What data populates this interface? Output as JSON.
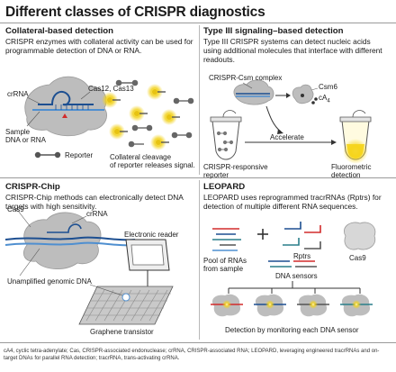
{
  "title": "Different classes of CRISPR diagnostics",
  "panels": {
    "collateral": {
      "heading": "Collateral-based detection",
      "desc": "CRISPR enzymes with collateral activity can be used for programmable detection of DNA or RNA.",
      "labels": {
        "crrna": "crRNA",
        "enzymes": "Cas12, Cas13",
        "sample_l1": "Sample",
        "sample_l2": "DNA or RNA",
        "reporter": "Reporter",
        "cleavage_l1": "Collateral cleavage",
        "cleavage_l2": "of reporter releases signal."
      }
    },
    "type3": {
      "heading": "Type III signaling–based detection",
      "desc": "Type III CRISPR systems can detect nucleic acids using additional molecules that interface with different readouts.",
      "labels": {
        "complex": "CRISPR-Csm complex",
        "csm6": "Csm6",
        "ca4": "cA",
        "ca4_sub": "4",
        "accelerate": "Accelerate",
        "reporter_l1": "CRISPR-responsive",
        "reporter_l2": "reporter",
        "fluor_l1": "Fluorometric",
        "fluor_l2": "detection"
      }
    },
    "chip": {
      "heading": "CRISPR-Chip",
      "desc": "CRISPR-Chip methods can electronically detect DNA targets with high sensitivity.",
      "labels": {
        "cas9": "Cas9",
        "crrna": "crRNA",
        "reader": "Electronic reader",
        "genomic": "Unamplified genomic DNA",
        "transistor": "Graphene transistor"
      }
    },
    "leopard": {
      "heading": "LEOPARD",
      "desc": "LEOPARD uses reprogrammed tracrRNAs (Rptrs) for detection of multiple different RNA sequences.",
      "labels": {
        "pool_l1": "Pool of RNAs",
        "pool_l2": "from sample",
        "plus": "+",
        "rptrs": "Rptrs",
        "cas9": "Cas9",
        "sensors": "DNA sensors",
        "monitor": "Detection by monitoring each DNA sensor"
      }
    }
  },
  "footnote": "cA4, cyclic tetra-adenylate; Cas, CRISPR-associated endonuclease; crRNA, CRISPR-associated RNA; LEOPARD, leveraging engineered tracrRNAs and on-target DNAs for parallel RNA detection; tracrRNA, trans-activating crRNA.",
  "colors": {
    "blue": "#1d4f91",
    "light_blue": "#4f8fd0",
    "red": "#d22b2b",
    "yellow": "#f2d11a",
    "teal": "#2a7f8a",
    "gray": "#bdbdbd"
  }
}
